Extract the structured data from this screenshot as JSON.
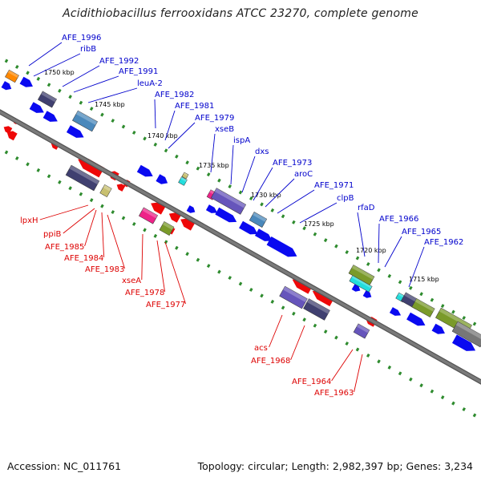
{
  "title": "Acidithiobacillus ferrooxidans ATCC 23270, complete genome",
  "footer": {
    "accession": "Accession: NC_011761",
    "info": "Topology: circular; Length: 2,982,397 bp; Genes: 3,234"
  },
  "colors": {
    "backbone": "#7a7a7a",
    "tick": "#2e8b2e",
    "forward_label": "#0000cc",
    "reverse_label": "#dd0000",
    "gene_blue": "#0a0af0",
    "gene_red": "#ee0808",
    "cog_purple": "#6655bb",
    "cog_dark": "#404070",
    "cog_steel": "#4a88bb",
    "cog_olive": "#7a9a2a",
    "cog_khaki": "#c8c070",
    "cog_pink": "#ee2288",
    "cog_cyan": "#22dddd",
    "cog_orange": "#ff8800",
    "cog_gray": "#777777"
  },
  "position_labels": [
    "1750 kbp",
    "1745 kbp",
    "1740 kbp",
    "1735 kbp",
    "1730 kbp",
    "1725 kbp",
    "1720 kbp",
    "1715 kbp"
  ],
  "forward_labels": [
    "AFE_1996",
    "ribB",
    "AFE_1992",
    "AFE_1991",
    "leuA-2",
    "AFE_1982",
    "AFE_1981",
    "AFE_1979",
    "xseB",
    "ispA",
    "dxs",
    "AFE_1973",
    "aroC",
    "AFE_1971",
    "clpB",
    "rfaD",
    "AFE_1966",
    "AFE_1965",
    "AFE_1962"
  ],
  "reverse_labels": [
    "lpxH",
    "ppiB",
    "AFE_1985",
    "AFE_1984",
    "AFE_1983",
    "xseA",
    "AFE_1978",
    "AFE_1977",
    "acs",
    "AFE_1968",
    "AFE_1964",
    "AFE_1963"
  ]
}
